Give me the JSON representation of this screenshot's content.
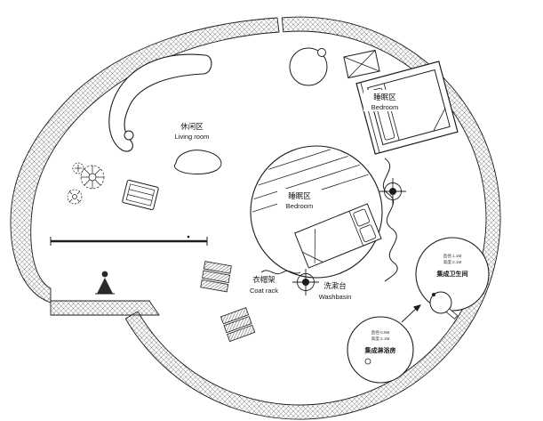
{
  "colors": {
    "ink": "#1c1c1c",
    "bg": "#ffffff"
  },
  "rooms": {
    "living": {
      "zh": "休闲区",
      "en": "Living room"
    },
    "bedroom_right": {
      "zh": "睡眠区",
      "en": "Bedroom"
    },
    "bedroom_center": {
      "zh": "睡眠区",
      "en": "Bedroom"
    },
    "coatrack": {
      "zh": "衣帽架",
      "en": "Coat rack"
    },
    "washbasin": {
      "zh": "洗漱台",
      "en": "Washbasin"
    },
    "bathroom": {
      "label": "集成卫生间",
      "spec1": "直径:1.1M",
      "spec2": "高度:2.1M"
    },
    "shower": {
      "label": "集成淋浴房",
      "spec1": "直径:0.9M",
      "spec2": "高度:2.1M"
    }
  }
}
